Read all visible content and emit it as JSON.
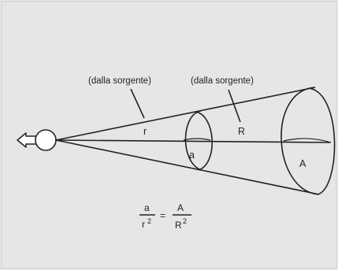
{
  "diagram": {
    "labels": {
      "from_source_left": "(dalla sorgente)",
      "from_source_right": "(dalla sorgente)",
      "small_radius": "r",
      "large_radius": "R",
      "small_area": "a",
      "large_area": "A"
    },
    "formula": {
      "left_numerator": "a",
      "left_denominator_base": "r",
      "left_denominator_exp": "2",
      "equals": "=",
      "right_numerator": "A",
      "right_denominator_base": "R",
      "right_denominator_exp": "2"
    },
    "colors": {
      "background": "#e6e6e6",
      "ink": "#222222"
    },
    "icon": "light-source-icon"
  }
}
